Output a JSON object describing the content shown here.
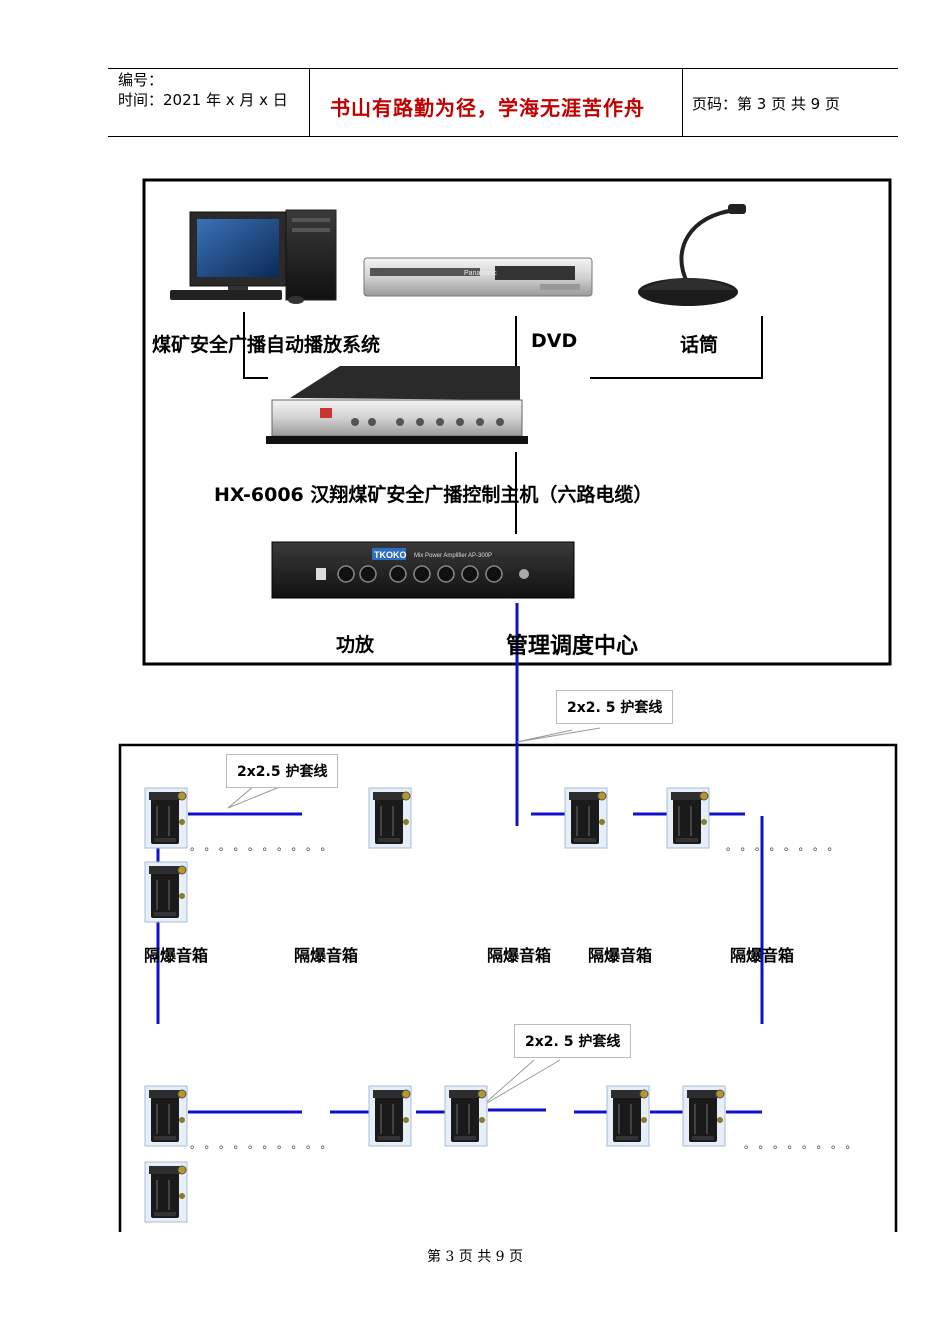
{
  "header": {
    "doc_no_label": "编号：",
    "time_label": "时间：2021 年 x 月 x 日",
    "motto": "书山有路勤为径，学海无涯苦作舟",
    "page_label": "页码：第 3 页  共 9 页"
  },
  "center": {
    "auto_system_label": "煤矿安全广播自动播放系统",
    "dvd_label": "DVD",
    "mic_label": "话筒",
    "host_label": "HX-6006 汉翔煤矿安全广播控制主机（六路电缆）",
    "amp_label": "功放",
    "center_label": "管理调度中心",
    "dvd_brand": "Panasonic",
    "amp_brand": "TKOKO",
    "amp_model": "Mix Power Amplifier AP-300P"
  },
  "cable_label": "2x2.5 护套线",
  "cable_label_spaced": "2x2. 5 护套线",
  "speaker_label": "隔爆音箱",
  "dots_row": "。。。。。。。。。。",
  "dots_short": "。。。。。。。。",
  "footer": "第 3 页 共 9 页",
  "colors": {
    "cable": "#1010c8",
    "motto": "#c00000"
  }
}
